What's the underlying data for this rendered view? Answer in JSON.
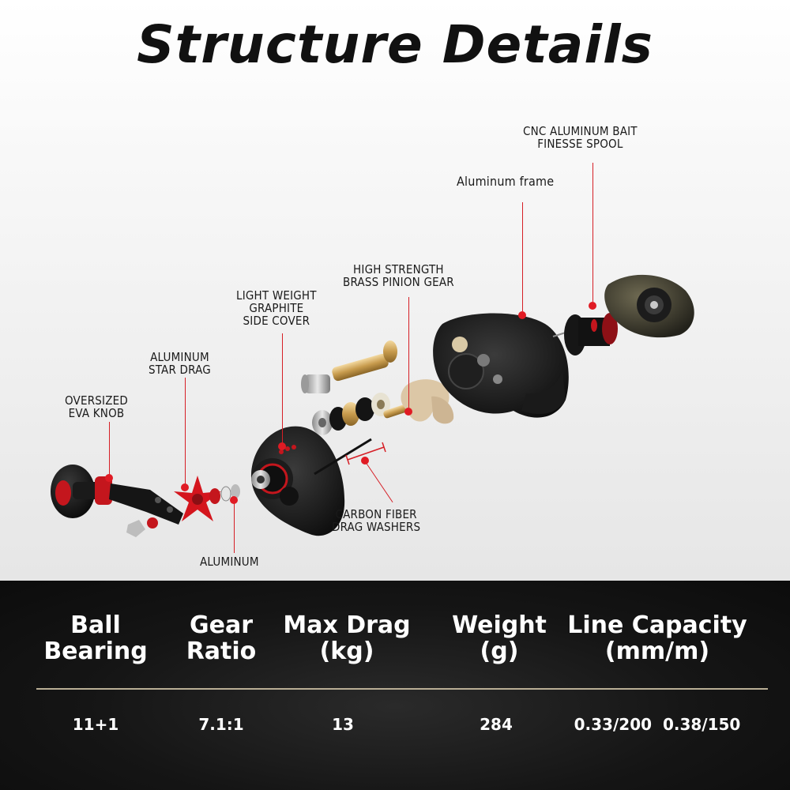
{
  "title": "Structure Details",
  "labels": {
    "spool": [
      "CNC ALUMINUM BAIT",
      "FINESSE SPOOL"
    ],
    "frame": [
      "Aluminum frame"
    ],
    "pinion": [
      "HIGH STRENGTH",
      "BRASS PINION GEAR"
    ],
    "side_cover": [
      "LIGHT WEIGHT",
      "GRAPHITE",
      "SIDE COVER"
    ],
    "star_drag": [
      "ALUMINUM",
      "STAR DRAG"
    ],
    "knob": [
      "OVERSIZED",
      "EVA KNOB"
    ],
    "washers": [
      "CARBON FIBER",
      "DRAG WASHERS"
    ],
    "aluminum": [
      "ALUMINUM"
    ]
  },
  "specs": {
    "headers": [
      [
        "Ball",
        "Bearing"
      ],
      [
        "Gear",
        "Ratio"
      ],
      [
        "Max Drag",
        "(kg)"
      ],
      [
        "Weight",
        "(g)"
      ],
      [
        "Line Capacity",
        "(mm/m)"
      ]
    ],
    "values": [
      "11+1",
      "7.1:1",
      "13",
      "284",
      "0.33/200  0.38/150"
    ]
  },
  "colors": {
    "accent": "#e01b24",
    "table_bg": "#151515",
    "rule": "#b9ae95"
  }
}
